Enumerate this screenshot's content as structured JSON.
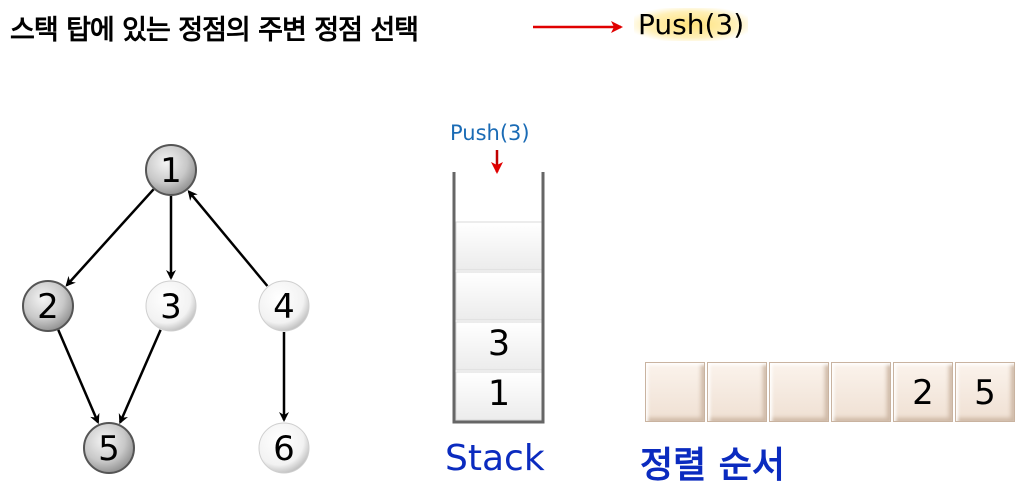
{
  "header": {
    "title": "스택 탑에 있는 정점의 주변 정점 선택",
    "action": "Push(3)"
  },
  "graph": {
    "nodes": [
      {
        "id": "1",
        "label": "1",
        "visited": true
      },
      {
        "id": "2",
        "label": "2",
        "visited": true
      },
      {
        "id": "3",
        "label": "3",
        "visited": false
      },
      {
        "id": "4",
        "label": "4",
        "visited": false
      },
      {
        "id": "5",
        "label": "5",
        "visited": true
      },
      {
        "id": "6",
        "label": "6",
        "visited": false
      }
    ],
    "edges": [
      {
        "from": "1",
        "to": "2"
      },
      {
        "from": "1",
        "to": "3"
      },
      {
        "from": "4",
        "to": "1"
      },
      {
        "from": "2",
        "to": "5"
      },
      {
        "from": "3",
        "to": "5"
      },
      {
        "from": "4",
        "to": "6"
      }
    ]
  },
  "stack": {
    "push_label": "Push(3)",
    "items": [
      "1",
      "3"
    ],
    "caption": "Stack"
  },
  "order": {
    "caption": "정렬 순서",
    "cells": [
      "",
      "",
      "",
      "",
      "2",
      "5"
    ]
  },
  "colors": {
    "arrow_red": "#e00000",
    "caption_blue": "#0b2bbf",
    "push_blue": "#1a6bb5"
  }
}
